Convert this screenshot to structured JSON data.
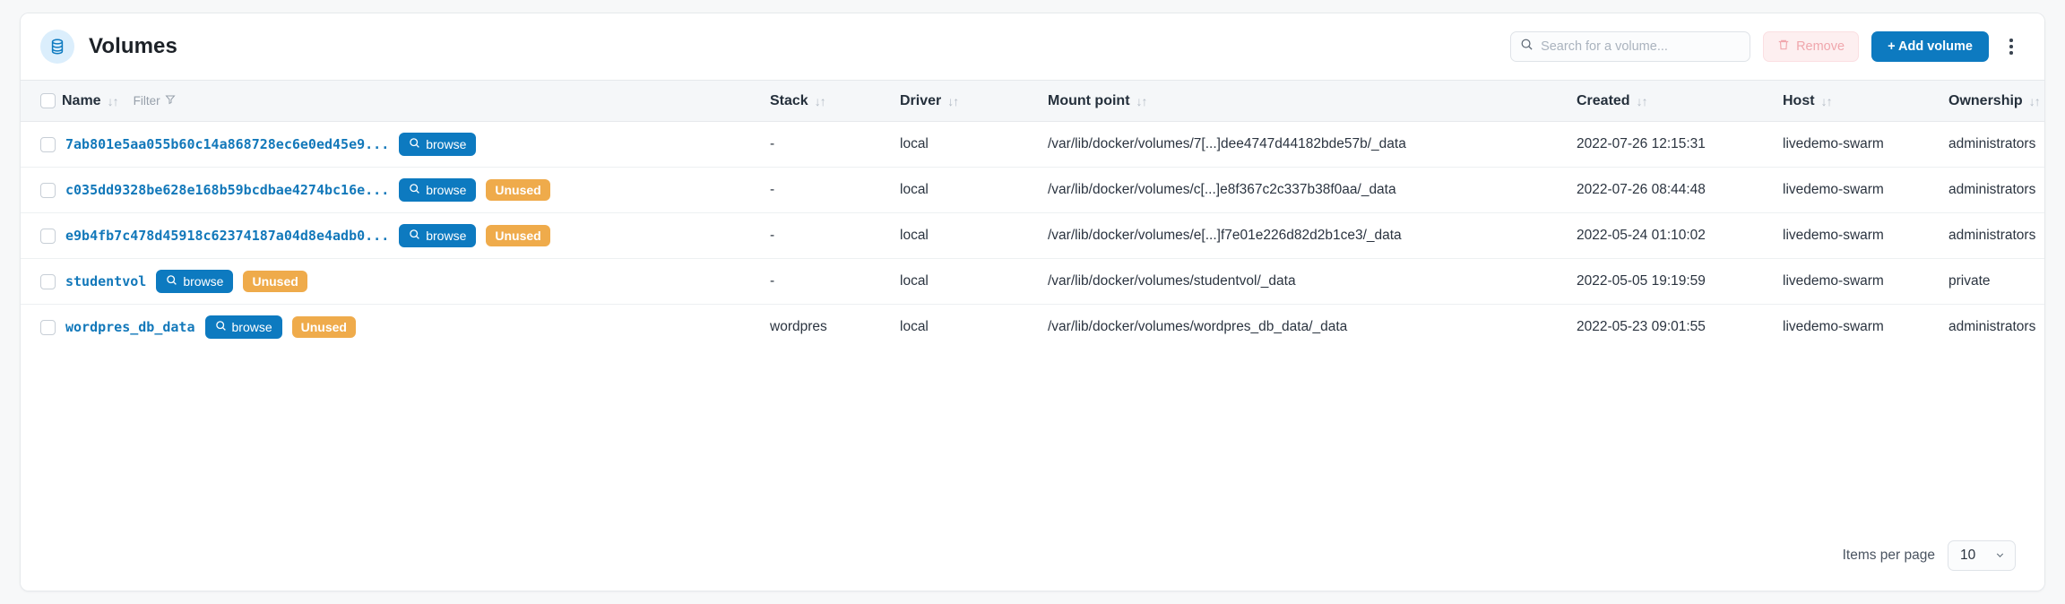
{
  "header": {
    "title": "Volumes",
    "icon": "volume-database-icon",
    "accent_color": "#0d7ac0",
    "icon_bg": "#dbeefc"
  },
  "toolbar": {
    "search": {
      "placeholder": "Search for a volume...",
      "value": "",
      "icon": "search-icon"
    },
    "remove_label": "Remove",
    "remove_icon": "trash-icon",
    "add_label": "+ Add volume",
    "menu_icon": "kebab-menu-icon"
  },
  "table": {
    "columns": [
      {
        "key": "name",
        "label": "Name",
        "sortable": true,
        "filter_label": "Filter",
        "filter_icon": "funnel-icon"
      },
      {
        "key": "stack",
        "label": "Stack",
        "sortable": true
      },
      {
        "key": "driver",
        "label": "Driver",
        "sortable": true
      },
      {
        "key": "mount",
        "label": "Mount point",
        "sortable": true
      },
      {
        "key": "created",
        "label": "Created",
        "sortable": true
      },
      {
        "key": "host",
        "label": "Host",
        "sortable": true
      },
      {
        "key": "ownership",
        "label": "Ownership",
        "sortable": true
      }
    ],
    "sort_icon": "↓↑",
    "browse_label": "browse",
    "unused_label": "Unused",
    "unused_color": "#efab4b",
    "rows": [
      {
        "name": "7ab801e5aa055b60c14a868728ec6e0ed45e9...",
        "unused": false,
        "stack": "-",
        "driver": "local",
        "mount": "/var/lib/docker/volumes/7[...]dee4747d44182bde57b/_data",
        "created": "2022-07-26 12:15:31",
        "host": "livedemo-swarm",
        "ownership": "administrators"
      },
      {
        "name": "c035dd9328be628e168b59bcdbae4274bc16e...",
        "unused": true,
        "stack": "-",
        "driver": "local",
        "mount": "/var/lib/docker/volumes/c[...]e8f367c2c337b38f0aa/_data",
        "created": "2022-07-26 08:44:48",
        "host": "livedemo-swarm",
        "ownership": "administrators"
      },
      {
        "name": "e9b4fb7c478d45918c62374187a04d8e4adb0...",
        "unused": true,
        "stack": "-",
        "driver": "local",
        "mount": "/var/lib/docker/volumes/e[...]f7e01e226d82d2b1ce3/_data",
        "created": "2022-05-24 01:10:02",
        "host": "livedemo-swarm",
        "ownership": "administrators"
      },
      {
        "name": "studentvol",
        "unused": true,
        "stack": "-",
        "driver": "local",
        "mount": "/var/lib/docker/volumes/studentvol/_data",
        "created": "2022-05-05 19:19:59",
        "host": "livedemo-swarm",
        "ownership": "private"
      },
      {
        "name": "wordpres_db_data",
        "unused": true,
        "stack": "wordpres",
        "driver": "local",
        "mount": "/var/lib/docker/volumes/wordpres_db_data/_data",
        "created": "2022-05-23 09:01:55",
        "host": "livedemo-swarm",
        "ownership": "administrators"
      }
    ]
  },
  "footer": {
    "items_per_page_label": "Items per page",
    "items_per_page_value": "10",
    "chevron_icon": "chevron-down-icon"
  }
}
